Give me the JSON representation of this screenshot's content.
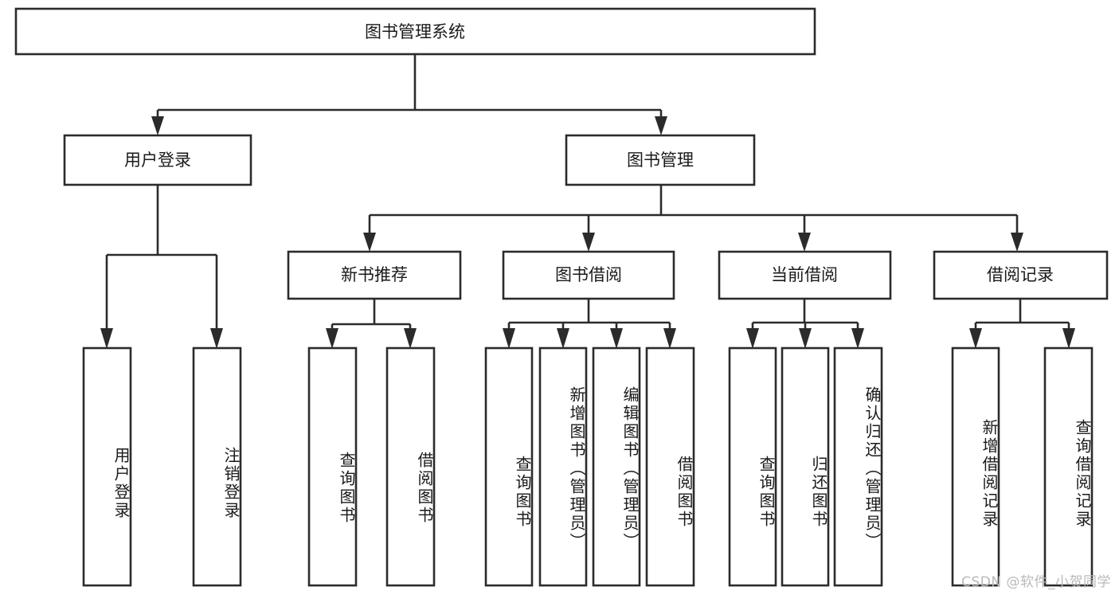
{
  "diagram": {
    "title": "图书管理系统",
    "type": "tree",
    "orientation": "top-down",
    "colors": {
      "box_stroke": "#2b2b2b",
      "box_fill": "#ffffff",
      "connector": "#2b2b2b",
      "text": "#1a1a1a",
      "watermark": "#b9b9b9",
      "background": "#ffffff"
    },
    "root": {
      "label": "图书管理系统",
      "level": 0
    },
    "level1": [
      {
        "id": "user-login",
        "label": "用户登录"
      },
      {
        "id": "book-management",
        "label": "图书管理"
      }
    ],
    "level2": [
      {
        "id": "new-book-recommend",
        "label": "新书推荐",
        "parent": "book-management"
      },
      {
        "id": "book-borrow",
        "label": "图书借阅",
        "parent": "book-management"
      },
      {
        "id": "current-borrow",
        "label": "当前借阅",
        "parent": "book-management"
      },
      {
        "id": "borrow-record",
        "label": "借阅记录",
        "parent": "book-management"
      }
    ],
    "leaves": {
      "user-login": [
        {
          "id": "leaf-user-login",
          "label": "用户登录"
        },
        {
          "id": "leaf-logout-login",
          "label": "注销登录"
        }
      ],
      "new-book-recommend": [
        {
          "id": "leaf-query-book-1",
          "label": "查询图书"
        },
        {
          "id": "leaf-borrow-book-1",
          "label": "借阅图书"
        }
      ],
      "book-borrow": [
        {
          "id": "leaf-query-book-2",
          "label": "查询图书"
        },
        {
          "id": "leaf-add-book",
          "label": "新增图书（管理员）"
        },
        {
          "id": "leaf-edit-book",
          "label": "编辑图书（管理员）"
        },
        {
          "id": "leaf-borrow-book-2",
          "label": "借阅图书"
        }
      ],
      "current-borrow": [
        {
          "id": "leaf-query-book-3",
          "label": "查询图书"
        },
        {
          "id": "leaf-return-book",
          "label": "归还图书"
        },
        {
          "id": "leaf-confirm-return",
          "label": "确认归还（管理员）"
        }
      ],
      "borrow-record": [
        {
          "id": "leaf-add-record",
          "label": "新增借阅记录"
        },
        {
          "id": "leaf-query-record",
          "label": "查询借阅记录"
        }
      ]
    }
  },
  "watermark": {
    "text": "CSDN @软件_小贺同学"
  }
}
